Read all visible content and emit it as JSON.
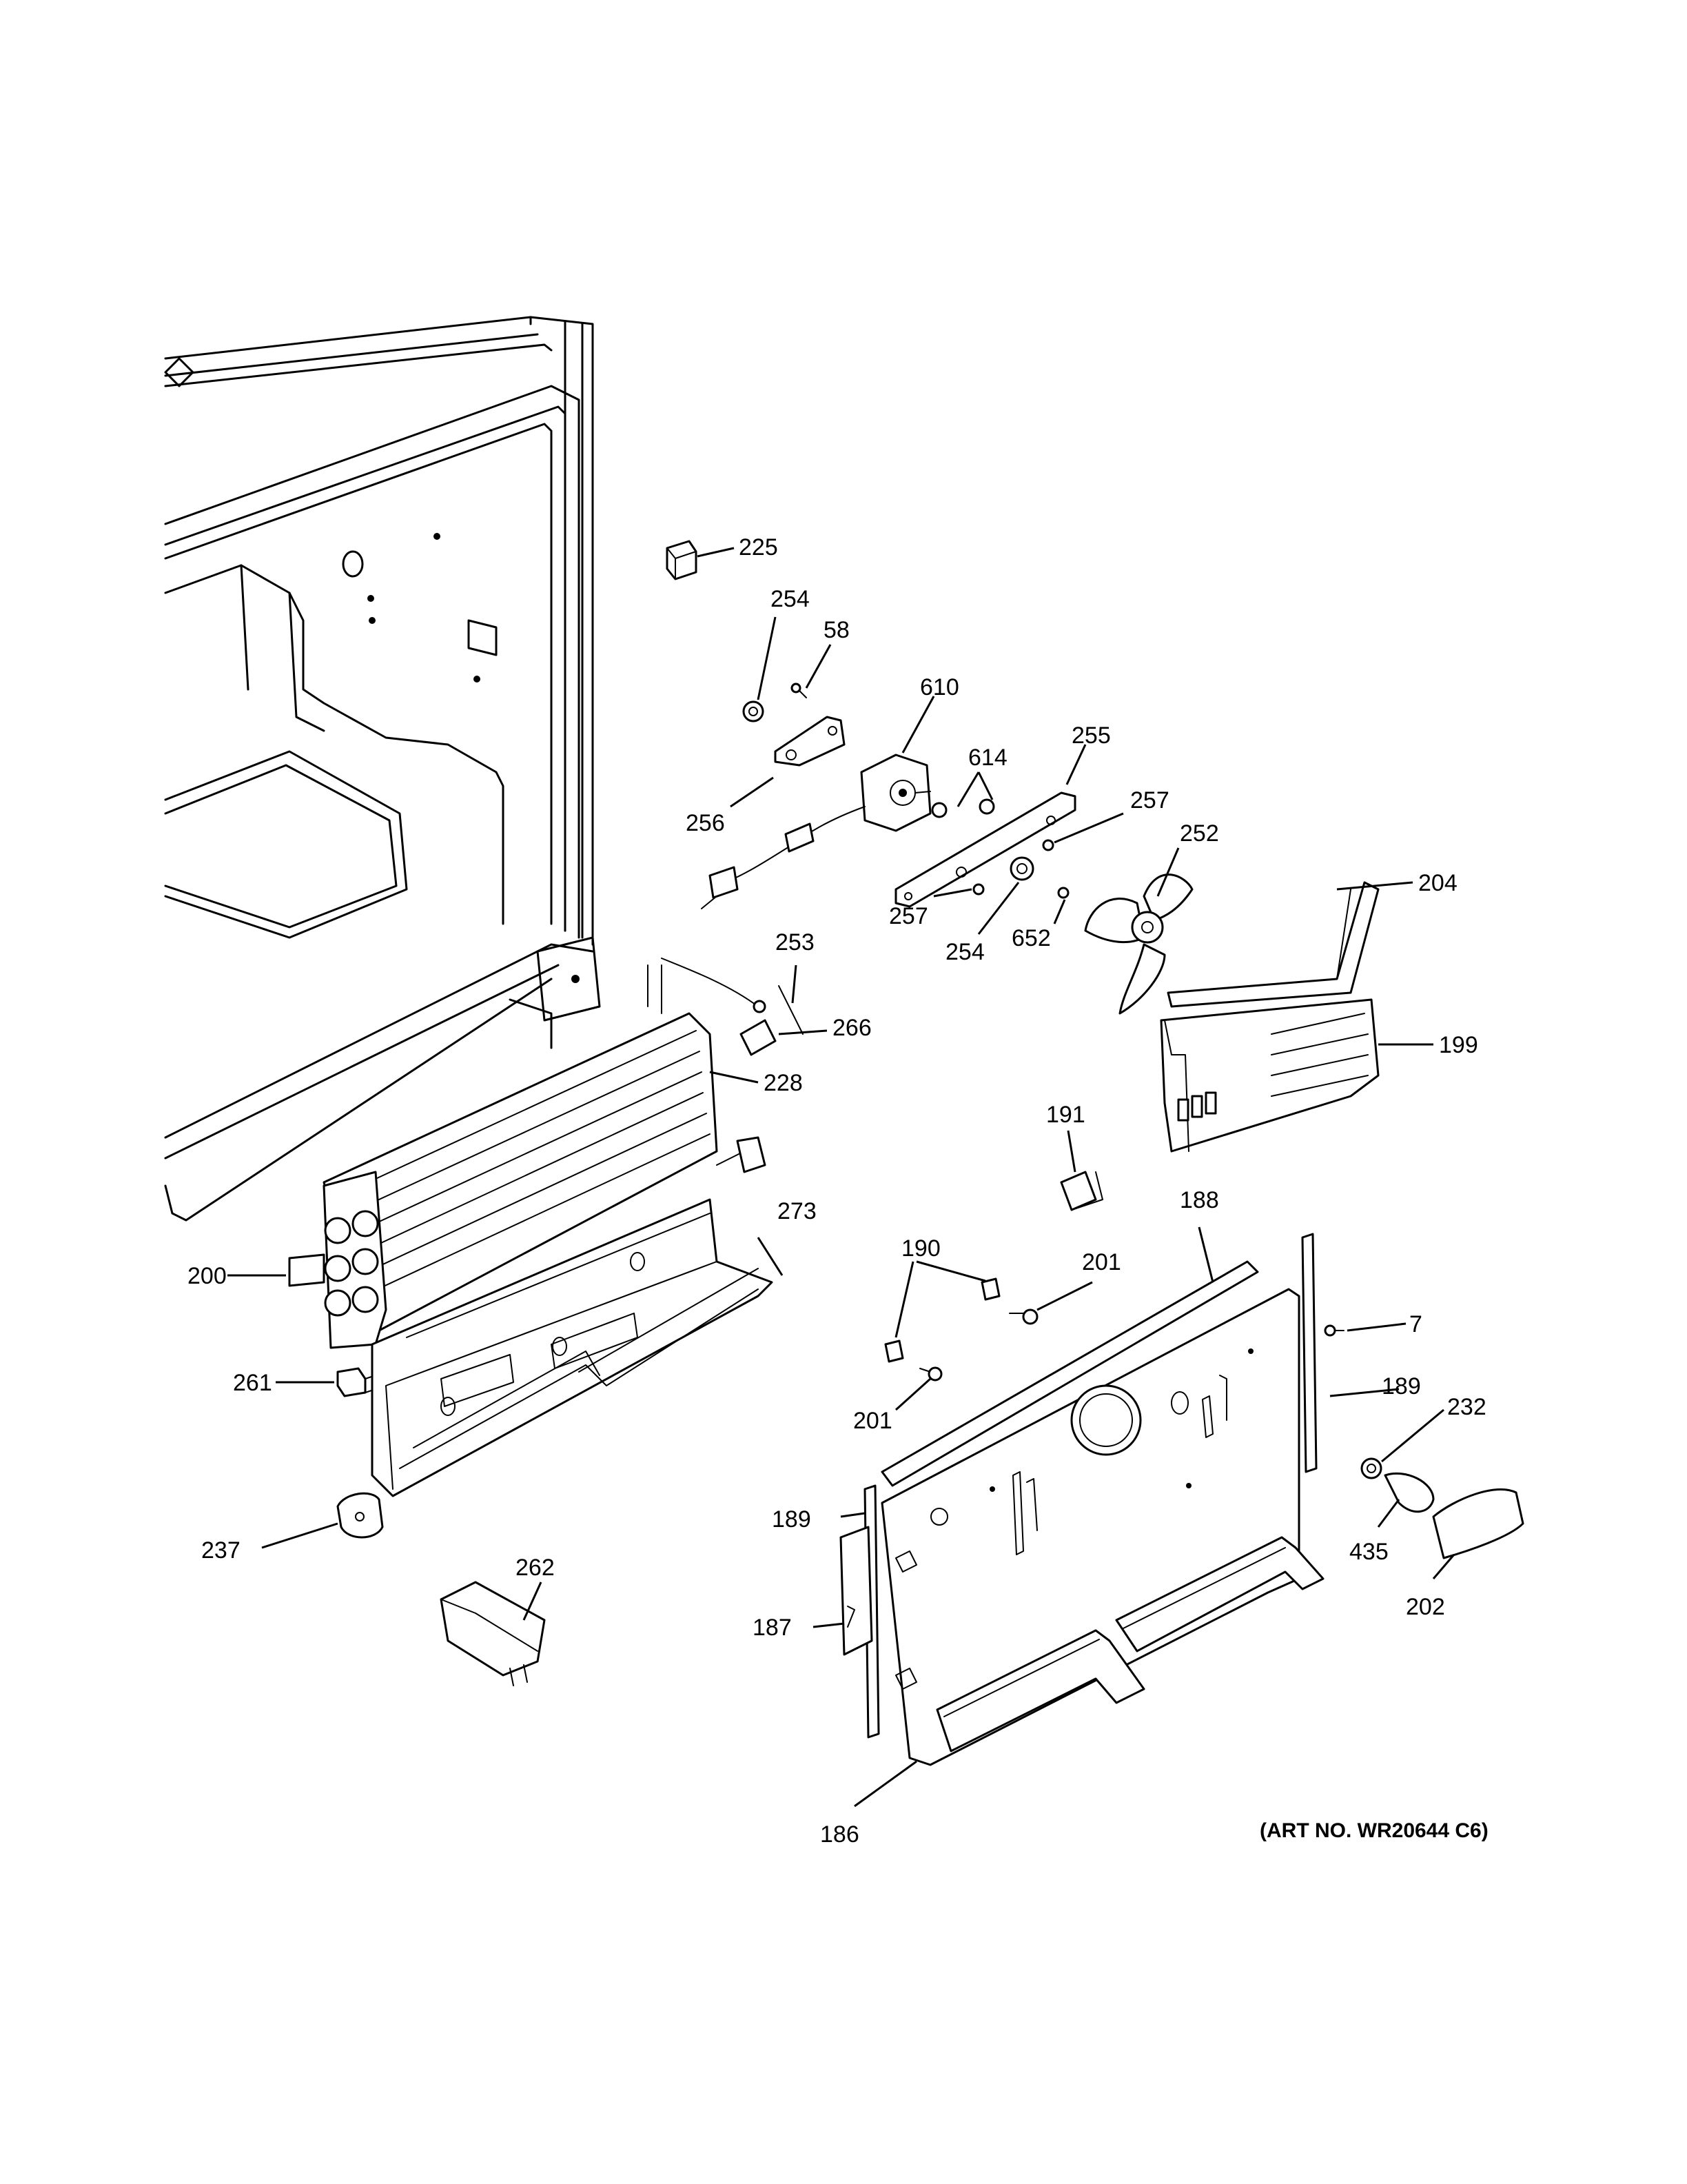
{
  "art_number": "(ART NO. WR20644 C6)",
  "callouts": [
    {
      "id": "225",
      "text": "225"
    },
    {
      "id": "254a",
      "text": "254"
    },
    {
      "id": "58",
      "text": "58"
    },
    {
      "id": "610",
      "text": "610"
    },
    {
      "id": "614",
      "text": "614"
    },
    {
      "id": "255",
      "text": "255"
    },
    {
      "id": "256",
      "text": "256"
    },
    {
      "id": "257a",
      "text": "257"
    },
    {
      "id": "252",
      "text": "252"
    },
    {
      "id": "204",
      "text": "204"
    },
    {
      "id": "253",
      "text": "253"
    },
    {
      "id": "257b",
      "text": "257"
    },
    {
      "id": "254b",
      "text": "254"
    },
    {
      "id": "266",
      "text": "266"
    },
    {
      "id": "652",
      "text": "652"
    },
    {
      "id": "199",
      "text": "199"
    },
    {
      "id": "228",
      "text": "228"
    },
    {
      "id": "191",
      "text": "191"
    },
    {
      "id": "188",
      "text": "188"
    },
    {
      "id": "273",
      "text": "273"
    },
    {
      "id": "200",
      "text": "200"
    },
    {
      "id": "190",
      "text": "190"
    },
    {
      "id": "201a",
      "text": "201"
    },
    {
      "id": "7",
      "text": "7"
    },
    {
      "id": "261",
      "text": "261"
    },
    {
      "id": "201b",
      "text": "201"
    },
    {
      "id": "189a",
      "text": "189"
    },
    {
      "id": "232",
      "text": "232"
    },
    {
      "id": "189b",
      "text": "189"
    },
    {
      "id": "237",
      "text": "237"
    },
    {
      "id": "262",
      "text": "262"
    },
    {
      "id": "435",
      "text": "435"
    },
    {
      "id": "187",
      "text": "187"
    },
    {
      "id": "202",
      "text": "202"
    },
    {
      "id": "186",
      "text": "186"
    }
  ]
}
